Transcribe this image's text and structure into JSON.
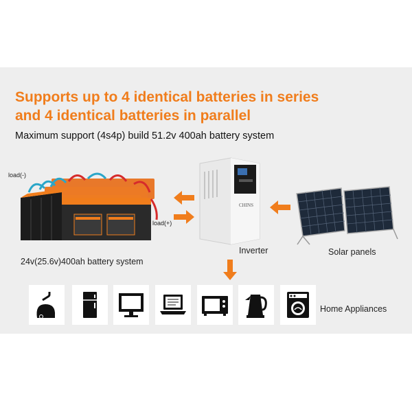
{
  "headline": {
    "line1": "Supports up to 4 identical batteries in series",
    "line2": "and 4 identical batteries in parallel"
  },
  "subheadline": "Maximum support (4s4p) build 51.2v 400ah battery system",
  "battery_bank": {
    "load_negative": "load(-)",
    "load_positive": "load(+)",
    "system_label": "24v(25.6v)400ah battery system"
  },
  "inverter": {
    "label": "Inverter",
    "brand": "CHINS"
  },
  "solar": {
    "label": "Solar panels"
  },
  "appliances": {
    "label": "Home Appliances",
    "items": [
      "vacuum-cleaner",
      "refrigerator",
      "television",
      "laptop",
      "microwave",
      "electric-kettle",
      "washing-machine"
    ]
  },
  "colors": {
    "accent": "#f07d1c",
    "panel_background": "#eeeeee",
    "icon": "#111111"
  }
}
